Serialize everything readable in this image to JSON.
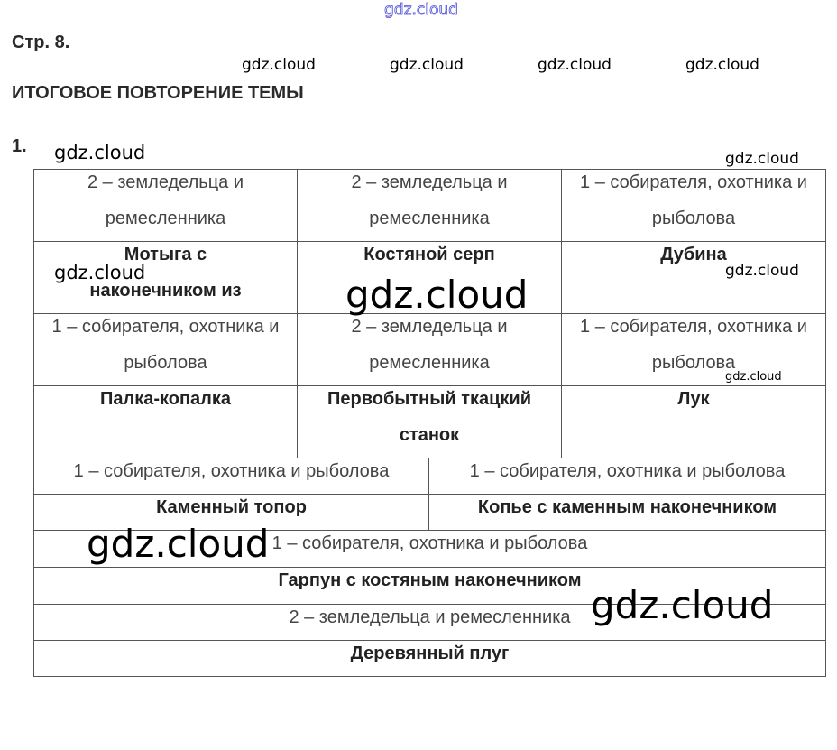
{
  "page": {
    "number": "Стр. 8.",
    "title": "ИТОГОВОЕ ПОВТОРЕНИЕ ТЕМЫ",
    "task": "1."
  },
  "watermark": "gdz.cloud",
  "table": {
    "r1": [
      "2 – земледельца и ремесленника",
      "2 – земледельца и ремесленника",
      "1 – собирателя, охотника и рыболова"
    ],
    "r2": [
      "Мотыга с наконечником из рога",
      "Костяной серп",
      "Дубина"
    ],
    "r3": [
      "1 – собирателя, охотника и рыболова",
      "2 – земледельца и ремесленника",
      "1 – собирателя, охотника и рыболова"
    ],
    "r4": [
      "Палка-копалка",
      "Первобытный ткацкий станок",
      "Лук"
    ],
    "r5": [
      "1 – собирателя, охотника и рыболова",
      "1 – собирателя, охотника и рыболова"
    ],
    "r6": [
      "Каменный топор",
      "Копье с каменным наконечником"
    ],
    "r7": [
      "1 – собирателя, охотника и рыболова"
    ],
    "r8": [
      "Гарпун с костяным наконечником"
    ],
    "r9": [
      "2 – земледельца и ремесленника"
    ],
    "r10": [
      "Деревянный плуг"
    ]
  }
}
